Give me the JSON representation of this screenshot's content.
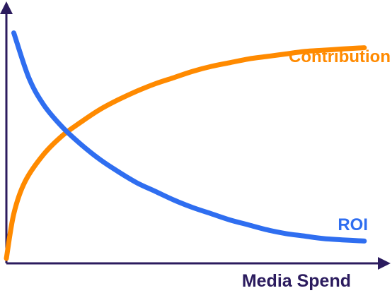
{
  "chart_data": {
    "type": "line",
    "title": "",
    "xlabel": "Media Spend",
    "ylabel": "",
    "grid": false,
    "legend": "none",
    "axis_ticks": false,
    "xlim": [
      0,
      100
    ],
    "ylim": [
      0,
      100
    ],
    "colors": {
      "axis": "#2b1b5e",
      "ROI": "#2f6ef0",
      "Contribution": "#ff8a00"
    },
    "series": [
      {
        "name": "ROI",
        "x": [
          2,
          6,
          10,
          15,
          20,
          25,
          30,
          35,
          40,
          45,
          50,
          55,
          60,
          65,
          70,
          75,
          80,
          85,
          90,
          96
        ],
        "values": [
          93,
          75,
          64,
          55,
          48,
          42,
          37,
          32.5,
          29,
          25.5,
          22.5,
          20,
          17.5,
          15.5,
          13.5,
          12,
          11,
          10,
          9.5,
          9
        ]
      },
      {
        "name": "Contribution",
        "x": [
          0,
          2,
          5,
          10,
          15,
          20,
          25,
          30,
          35,
          40,
          45,
          50,
          55,
          60,
          65,
          70,
          75,
          80,
          85,
          90,
          96
        ],
        "values": [
          2,
          20,
          33,
          44,
          51.5,
          57,
          62,
          66,
          69.5,
          72.5,
          75,
          77.5,
          79.5,
          81,
          82.5,
          83.5,
          84.5,
          85.5,
          86,
          86.5,
          87
        ]
      }
    ]
  }
}
